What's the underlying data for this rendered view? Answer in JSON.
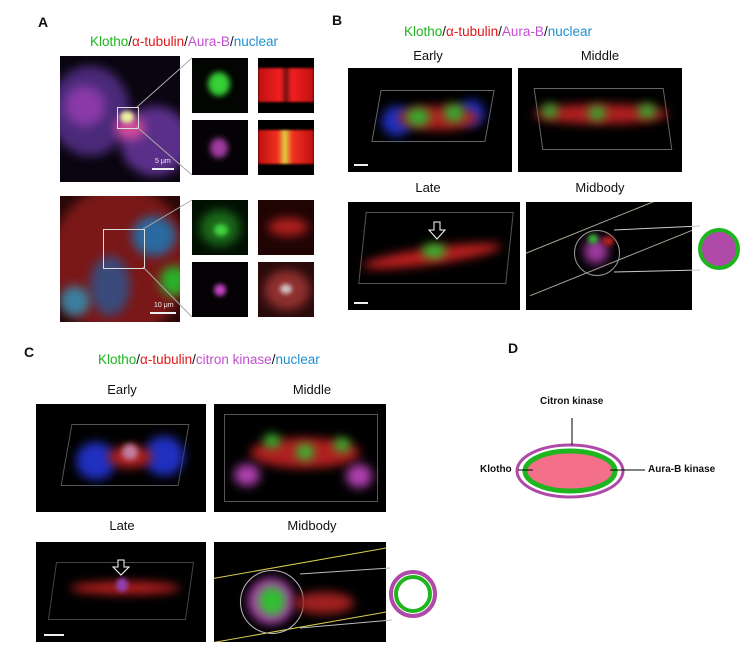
{
  "panels": {
    "a": {
      "letter": "A",
      "legend": {
        "klotho": "Klotho",
        "sep1": "/",
        "tubulin": "α-tubulin",
        "sep2": "/",
        "aura": "Aura-B",
        "sep3": "/",
        "nuclear": "nuclear"
      },
      "scale_top": "5 μm",
      "scale_bottom": "10 μm"
    },
    "b": {
      "letter": "B",
      "legend": {
        "klotho": "Klotho",
        "sep1": "/",
        "tubulin": "α-tubulin",
        "sep2": "/",
        "aura": "Aura-B",
        "sep3": "/",
        "nuclear": "nuclear"
      },
      "labels": {
        "early": "Early",
        "middle": "Middle",
        "late": "Late",
        "midbody": "Midbody"
      }
    },
    "c": {
      "letter": "C",
      "legend": {
        "klotho": "Klotho",
        "sep1": "/",
        "tubulin": "α-tubulin",
        "sep2": "/",
        "citron": "citron kinase",
        "sep3": "/",
        "nuclear": "nuclear"
      },
      "labels": {
        "early": "Early",
        "middle": "Middle",
        "late": "Late",
        "midbody": "Midbody"
      }
    },
    "d": {
      "letter": "D",
      "diagram": {
        "citron": "Citron kinase",
        "klotho": "Klotho",
        "aura": "Aura-B kinase"
      }
    }
  },
  "colors": {
    "klotho": "#1fb51f",
    "tubulin": "#e01818",
    "aura": "#c24fd0",
    "nuclear": "#1f8fd0",
    "ring_fill": "#b04aa8",
    "inner_fill": "#f4708a"
  }
}
